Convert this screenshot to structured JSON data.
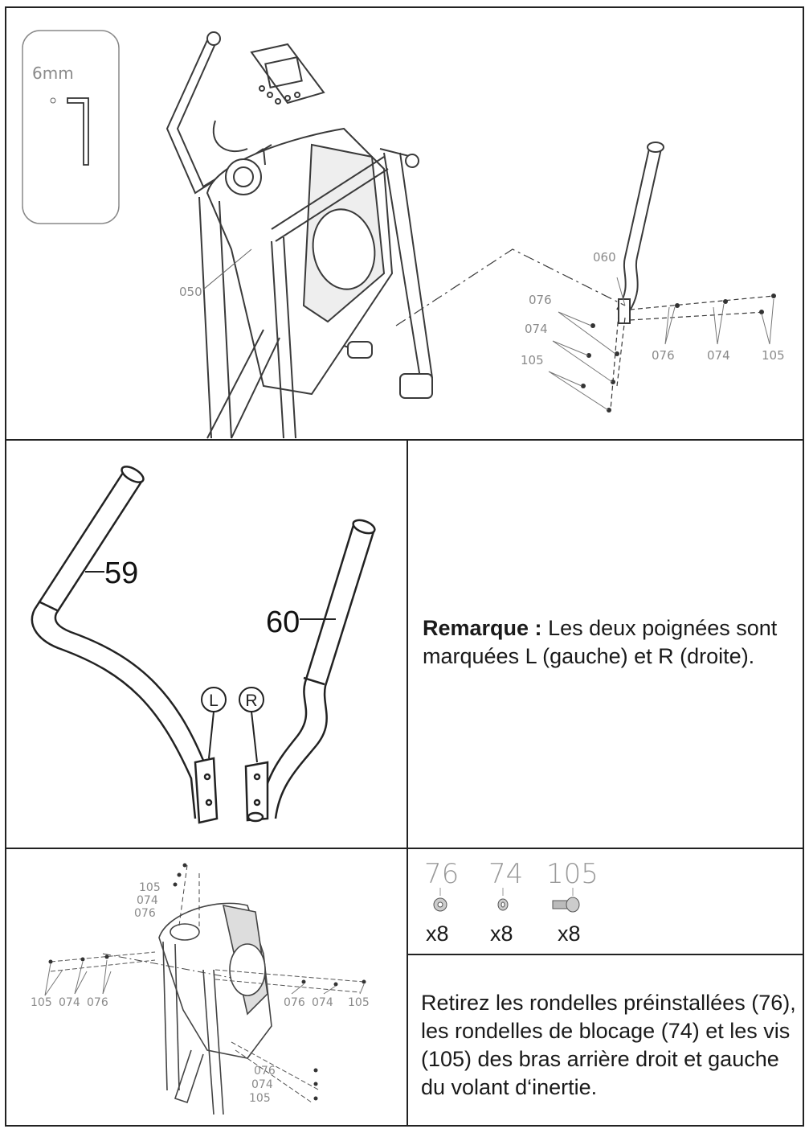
{
  "tool": {
    "label": "6mm",
    "name": "hex-key-icon"
  },
  "section1": {
    "labels": {
      "frame": "050",
      "handle": "060",
      "washer": "076",
      "lock_washer": "074",
      "screw": "105"
    }
  },
  "section2": {
    "part_left": "59",
    "part_right": "60",
    "mark_left": "L",
    "mark_right": "R",
    "note_bold": "Remarque :",
    "note_text": "Les deux poignées sont marquées L (gauche) et R (droite)."
  },
  "section3": {
    "labels": {
      "washer": "076",
      "lock_washer": "074",
      "screw": "105"
    },
    "hardware": [
      {
        "number": "76",
        "qty": "x8",
        "icon": "washer-icon"
      },
      {
        "number": "74",
        "qty": "x8",
        "icon": "lock-washer-icon"
      },
      {
        "number": "105",
        "qty": "x8",
        "icon": "screw-icon"
      }
    ],
    "instruction": "Retirez les rondelles préinstallées (76), les rondelles de blocage (74) et les vis (105) des bras arrière droit et gauche du volant d‘inertie."
  },
  "colors": {
    "line": "#222222",
    "drawing": "#3a3a3a",
    "label_grey": "#8a8a8a"
  }
}
